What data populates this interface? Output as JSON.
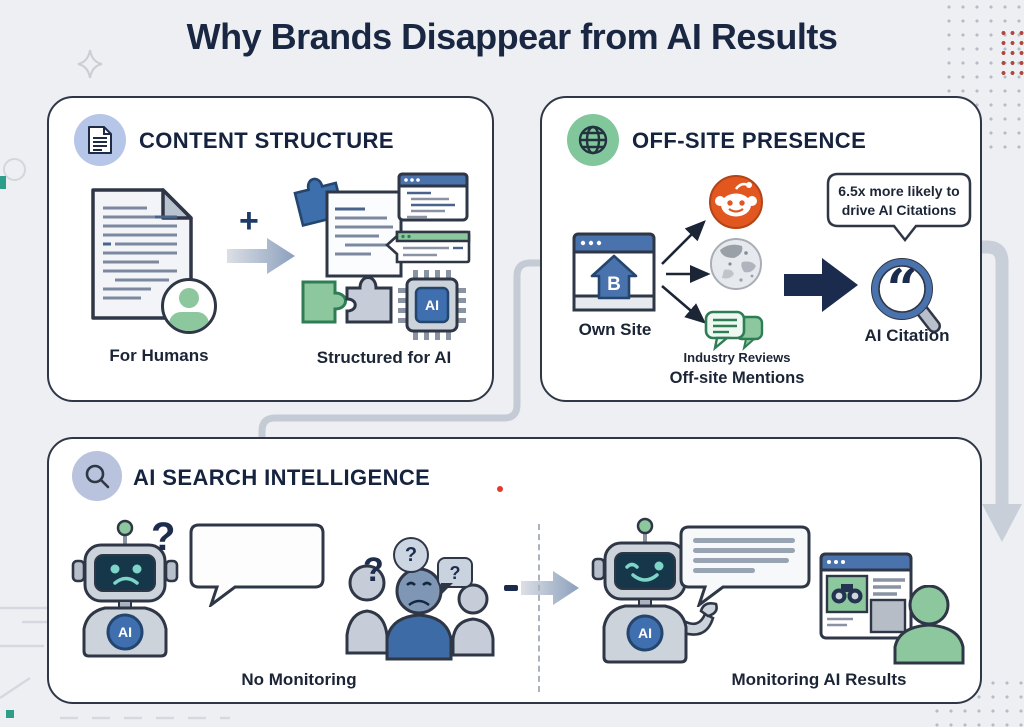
{
  "page": {
    "title": "Why Brands Disappear from AI Results"
  },
  "panels": {
    "content_structure": {
      "title": "CONTENT STRUCTURE",
      "human_label": "For Humans",
      "plus_sign": "+",
      "structured_label": "Structured for AI",
      "chip_label": "AI"
    },
    "offsite_presence": {
      "title": "OFF-SITE PRESENCE",
      "own_site_label": "Own Site",
      "own_site_letter": "B",
      "industry_reviews_label": "Industry Reviews",
      "offsite_mentions_label": "Off-site Mentions",
      "callout_line1": "6.5x more likely to",
      "callout_line2": "drive AI Citations",
      "ai_citation_label": "AI Citation",
      "quote_glyph": "“"
    },
    "ai_search_intelligence": {
      "title": "AI SEARCH INTELLIGENCE",
      "question_mark": "?",
      "no_monitoring_label": "No Monitoring",
      "monitoring_label": "Monitoring AI Results",
      "robot_chest_label": "AI"
    }
  },
  "colors": {
    "background": "#edeff3",
    "panel_border": "#2f3747",
    "title_navy": "#1a2742",
    "accent_blue": "#4a72ad",
    "accent_green": "#8cc79d",
    "badge_blue": "#b6c6e8",
    "badge_green": "#82c79c",
    "reddit_orange": "#e1571f",
    "dark_arrow_navy": "#1b2b4d",
    "connector_gray": "#c5ccd5",
    "red_dot": "#e23b2e"
  }
}
